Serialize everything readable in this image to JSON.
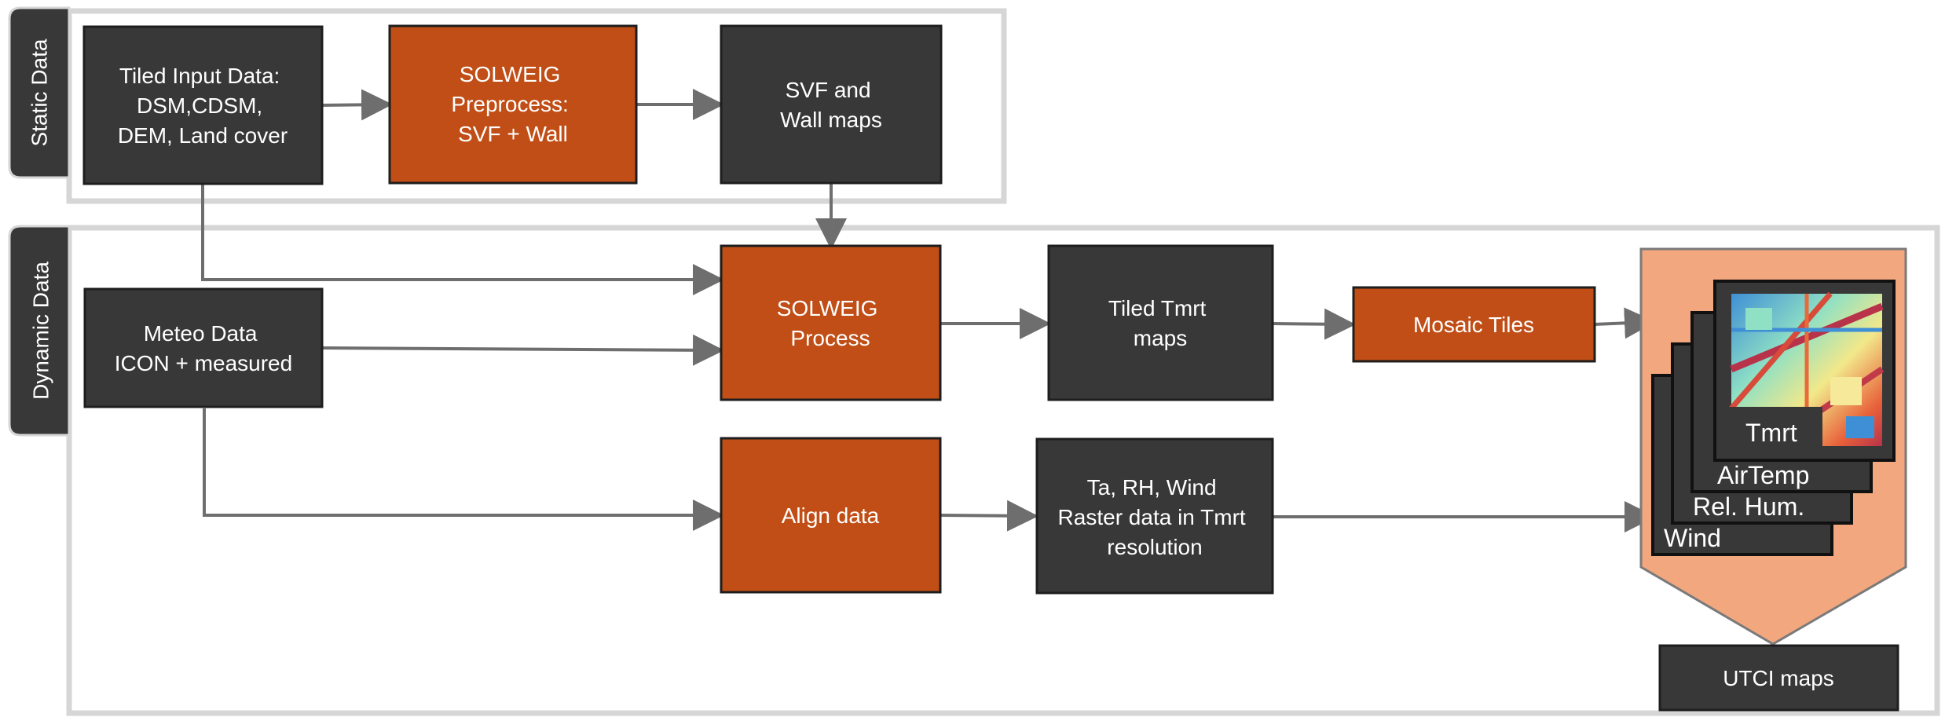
{
  "colors": {
    "dark_box": "#383838",
    "orange_box": "#c04e16",
    "salmon": "#f2a77f",
    "frame": "#d6d6d6",
    "arrow": "#6e6e6e"
  },
  "static_label": "Static Data",
  "dynamic_label": "Dynamic Data",
  "nodes": {
    "tiled_input": [
      "Tiled Input Data:",
      "DSM,CDSM,",
      "DEM, Land cover"
    ],
    "preprocess": [
      "SOLWEIG",
      "Preprocess:",
      "SVF + Wall"
    ],
    "svf_wall": [
      "SVF and",
      "Wall maps"
    ],
    "meteo": [
      "Meteo Data",
      "ICON + measured"
    ],
    "process": [
      "SOLWEIG",
      "Process"
    ],
    "tiled_tmrt": [
      "Tiled Tmrt",
      "maps"
    ],
    "mosaic": [
      "Mosaic Tiles"
    ],
    "align": [
      "Align data"
    ],
    "raster": [
      "Ta, RH, Wind",
      "Raster data in Tmrt",
      "resolution"
    ],
    "utci": [
      "UTCI maps"
    ]
  },
  "layers": [
    "Wind",
    "Rel. Hum.",
    "AirTemp",
    "Tmrt"
  ]
}
